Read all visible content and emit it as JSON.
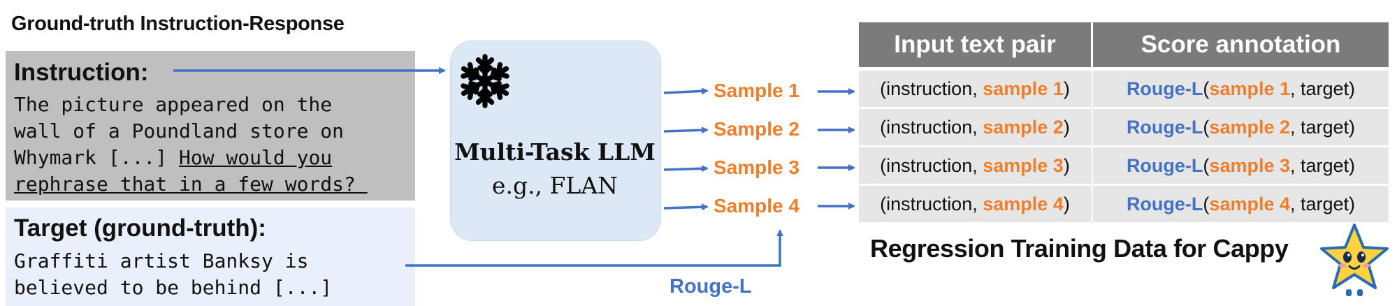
{
  "left": {
    "title": "Ground-truth Instruction-Response",
    "instruction_label": "Instruction:",
    "instruction_lines": [
      "The picture appeared on the",
      "wall of a Poundland store on",
      "Whymark [...] "
    ],
    "instruction_question_1": "How would you",
    "instruction_question_2": "rephrase that in a few words? ",
    "target_label": "Target (ground-truth):",
    "target_lines": [
      "Graffiti artist Banksy is",
      "believed to be behind [...]"
    ]
  },
  "llm": {
    "icon": "snowflake-icon",
    "title": "Multi-Task LLM",
    "subtitle": "e.g., FLAN"
  },
  "samples": [
    "Sample 1",
    "Sample 2",
    "Sample 3",
    "Sample 4"
  ],
  "rouge_label": "Rouge-L",
  "table": {
    "headers": [
      "Input text pair",
      "Score annotation"
    ],
    "rows": [
      {
        "pre": "(instruction, ",
        "sample": "sample 1",
        "post": ")",
        "metric": "Rouge-L",
        "open": "(",
        "s": "sample 1",
        "tail": ", target)"
      },
      {
        "pre": "(instruction, ",
        "sample": "sample 2",
        "post": ")",
        "metric": "Rouge-L",
        "open": "(",
        "s": "sample 2",
        "tail": ", target)"
      },
      {
        "pre": "(instruction, ",
        "sample": "sample 3",
        "post": ")",
        "metric": "Rouge-L",
        "open": "(",
        "s": "sample 3",
        "tail": ", target)"
      },
      {
        "pre": "(instruction, ",
        "sample": "sample 4",
        "post": ")",
        "metric": "Rouge-L",
        "open": "(",
        "s": "sample 4",
        "tail": ", target)"
      }
    ]
  },
  "caption": "Regression Training Data for Cappy",
  "mascot": "star-mascot-icon",
  "colors": {
    "accent_blue": "#4472c4",
    "accent_orange": "#ee7f2d",
    "header_gray": "#7b7b7b"
  }
}
